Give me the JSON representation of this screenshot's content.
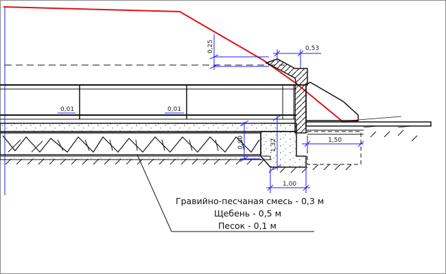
{
  "dimensions": {
    "slope_left": "0,01",
    "slope_right": "0,01",
    "height_top": "0,25",
    "width_top": "0,53",
    "depth_left": "0,90",
    "depth_right": "1,32",
    "width_bottom": "1,00",
    "width_right": "1,50"
  },
  "layer_notes": [
    "Гравийно-песчаная смесь - 0,3 м",
    "Щебень - 0,5 м",
    "Песок - 0,1 м"
  ],
  "colors": {
    "ground_line": "#e01010",
    "dimension": "#1a1aff",
    "structure": "#111111"
  }
}
